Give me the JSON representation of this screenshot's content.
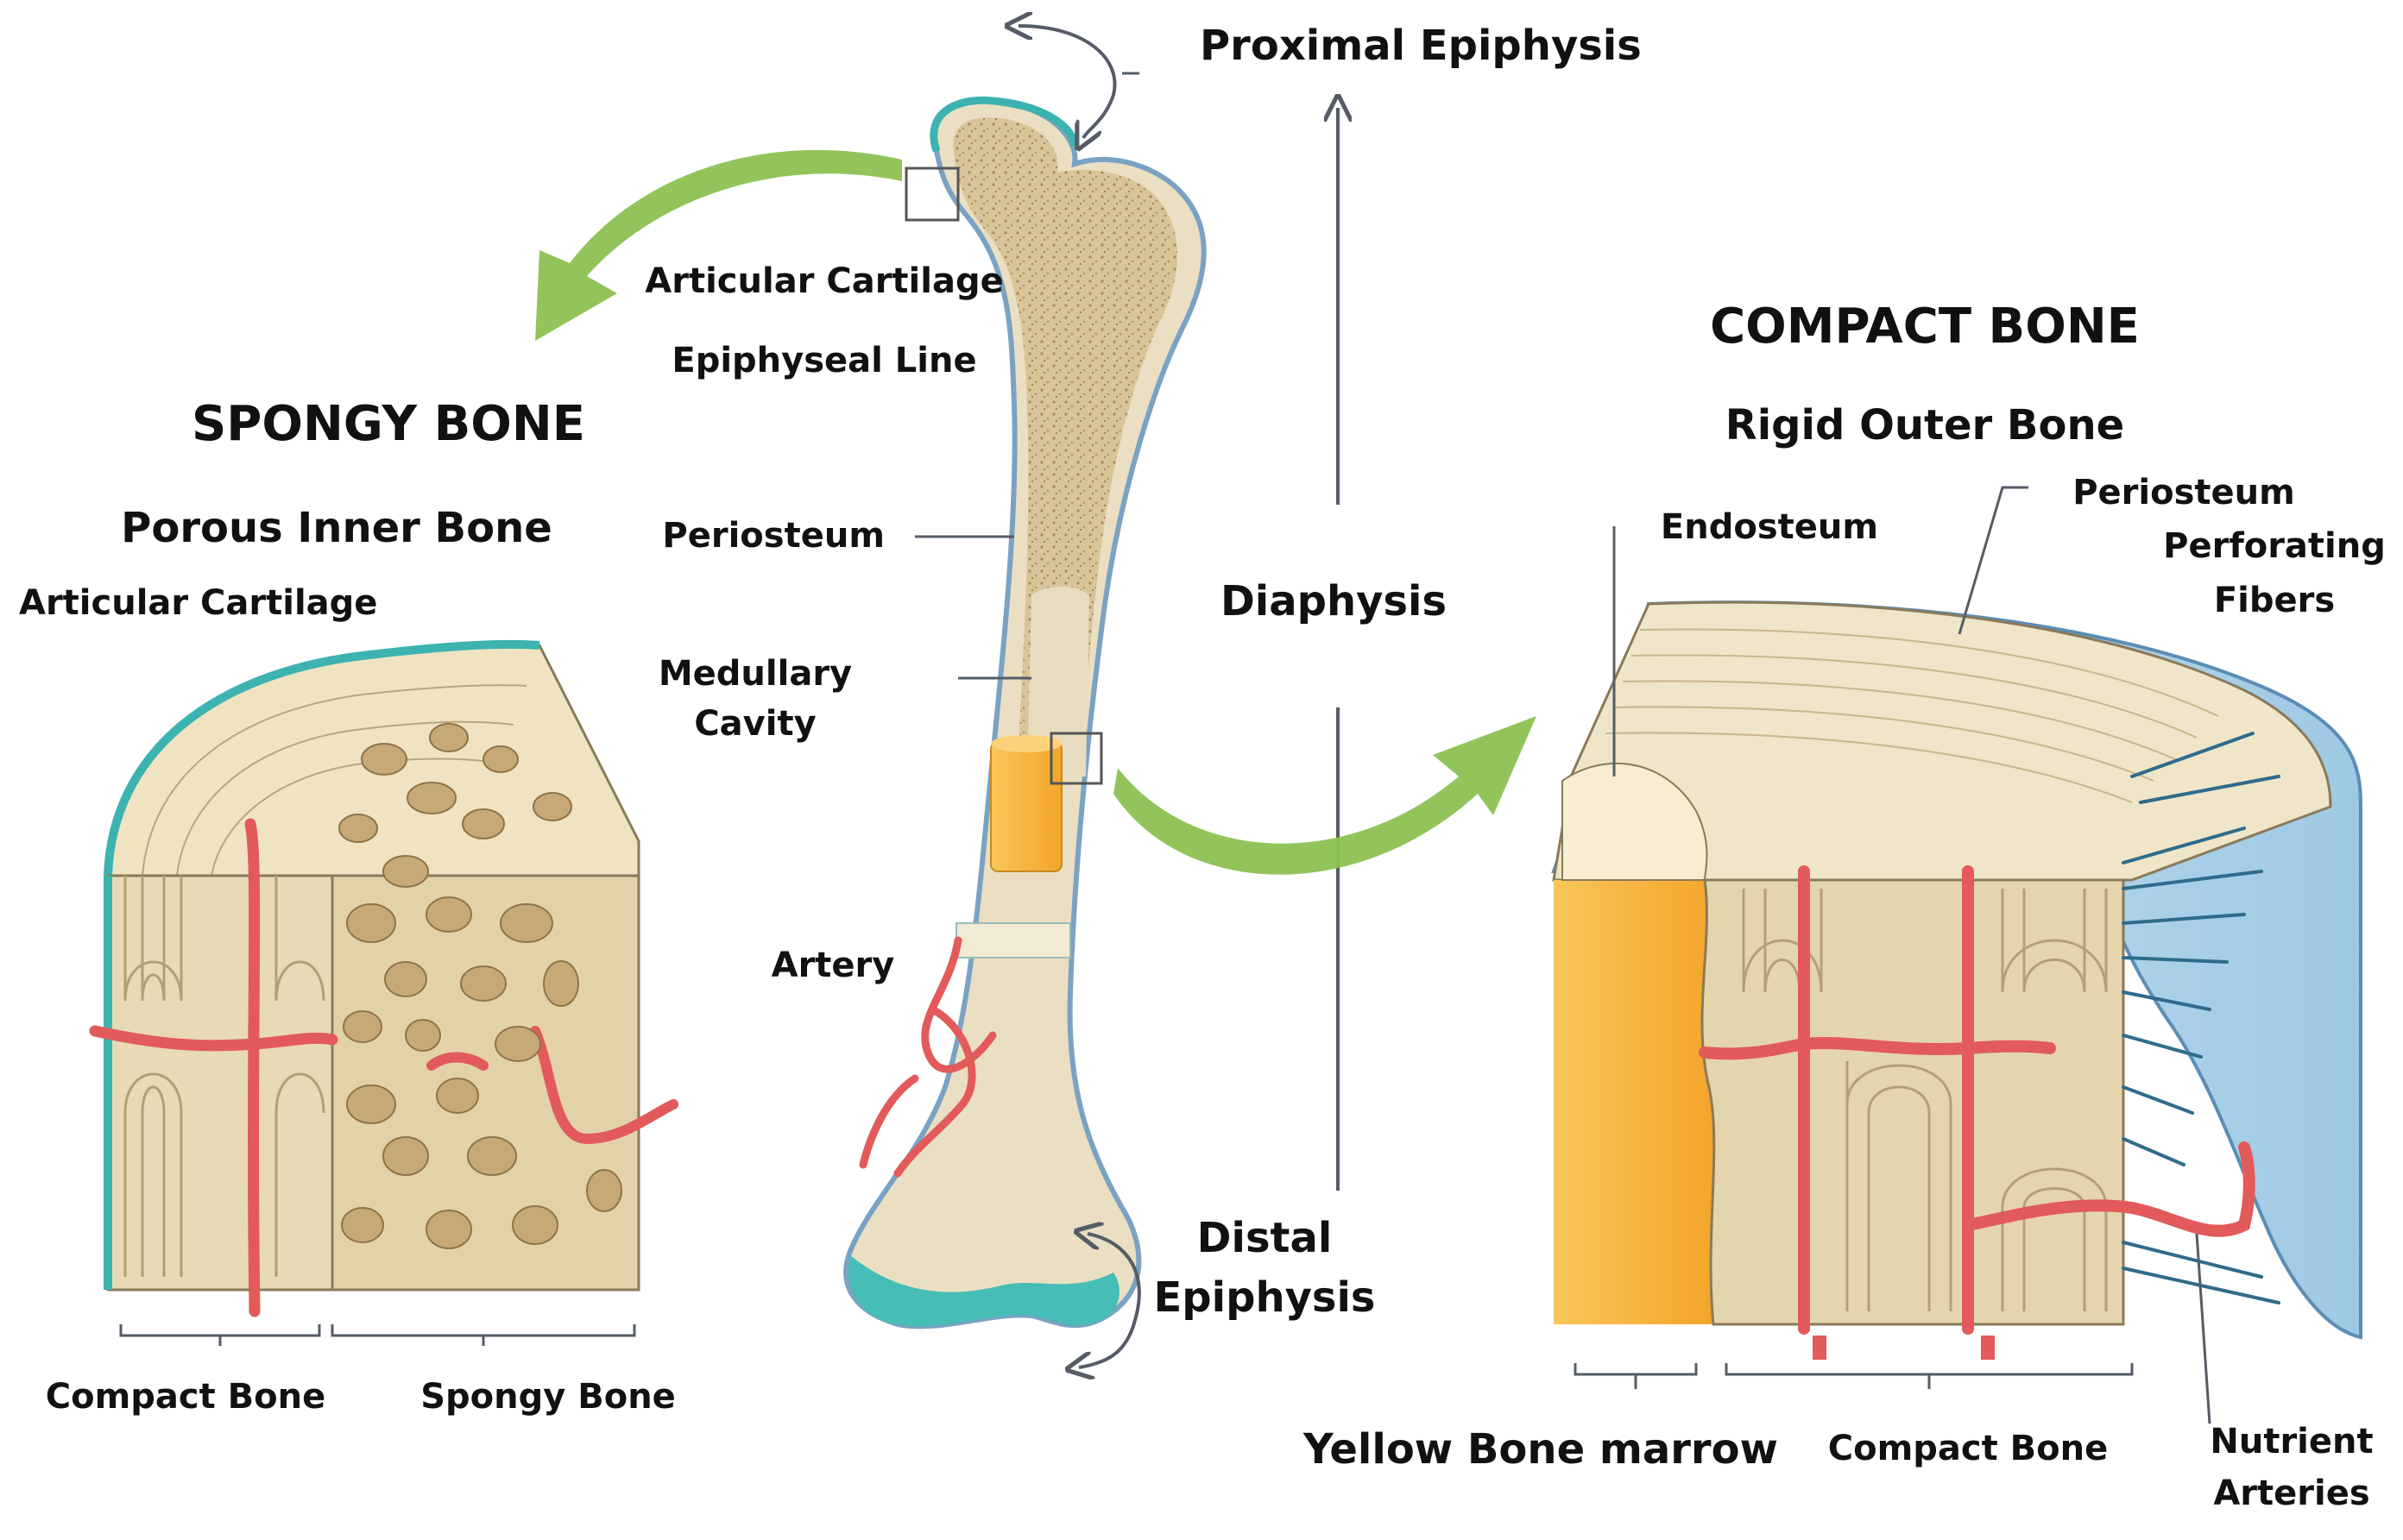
{
  "labels": {
    "proximal_epiphysis": "Proximal Epiphysis",
    "articular_cartilage_top": "Articular Cartilage",
    "epiphyseal_line": "Epiphyseal Line",
    "spongy_bone_title": "SPONGY BONE",
    "porous_inner_bone": "Porous Inner Bone",
    "articular_cartilage_left": "Articular Cartilage",
    "periosteum_center": "Periosteum",
    "medullary_cavity_1": "Medullary",
    "medullary_cavity_2": "Cavity",
    "diaphysis": "Diaphysis",
    "artery": "Artery",
    "distal_epiphysis_1": "Distal",
    "distal_epiphysis_2": "Epiphysis",
    "compact_bone_left": "Compact Bone",
    "spongy_bone_left": "Spongy Bone",
    "compact_bone_title": "COMPACT BONE",
    "rigid_outer_bone": "Rigid Outer Bone",
    "endosteum": "Endosteum",
    "periosteum_right": "Periosteum",
    "perforating_fibers_1": "Perforating",
    "perforating_fibers_2": "Fibers",
    "yellow_bone_marrow": "Yellow Bone marrow",
    "compact_bone_right": "Compact Bone",
    "nutrient_arteries_1": "Nutrient",
    "nutrient_arteries_2": "Arteries"
  },
  "colors": {
    "bone_tan": "#e2d2ad",
    "bone_light": "#efe5c8",
    "spongy_fill": "#cdb58c",
    "artery_red": "#e35a5a",
    "cartilage_teal": "#3cb3b0",
    "periosteum_blue": "#a8d2ea",
    "marrow_yellow": "#f8b43c",
    "arrow_green": "#8cc152",
    "line_gray": "#555c66"
  }
}
